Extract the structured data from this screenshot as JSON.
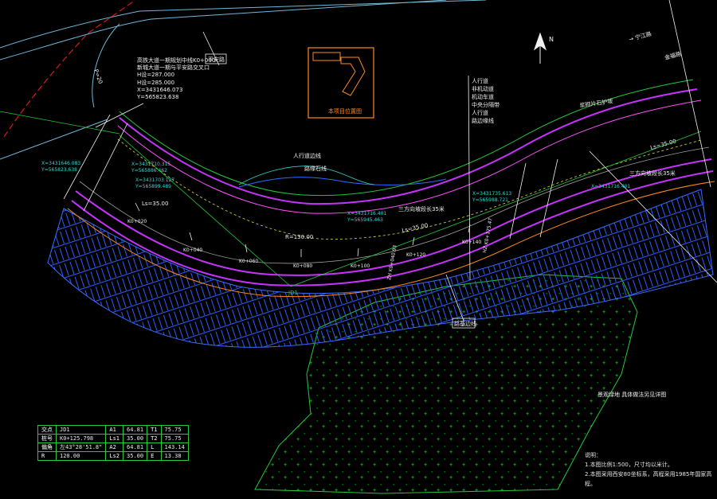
{
  "drawing": {
    "north_label": "N",
    "header_note": {
      "line1": "高铁大道一期规划中线K0+000",
      "line2": "新城大道一期与平安路交叉口",
      "line3": "H设=287.000"
    },
    "coord_note": {
      "h": "H设=285.000",
      "x": "X=3431646.073",
      "y": "Y=565823.638"
    },
    "ping_an_road": "平安路",
    "road_small": "P=20",
    "to_label_right": "→ 宁江路",
    "right_top_label": "金福路",
    "inset_caption": "本项目位置图",
    "leader_labels": [
      "人行道",
      "非机动道",
      "机动车道",
      "中央分隔带",
      "人行道",
      "路边缘线"
    ],
    "slope_protection": "浆砌片石护坡",
    "sidewalk_label": "人行道边线",
    "curb_label": "路缘石线",
    "three_way_left": "三方向坡段长35米",
    "three_way_right": "三方向坡段长35米",
    "radius_label": "R=130.00",
    "arc_lengths": [
      "Ls=35.00",
      "Ls=35.00",
      "Ls=35.00"
    ],
    "jd_label": "JD1",
    "coord_left": [
      "X=3431646.083",
      "Y=565823.638"
    ],
    "coord_mid1": [
      "X=3431710.315",
      "Y=565886.462"
    ],
    "coord_mid2": [
      "X=3431703.127",
      "Y=565899.489"
    ],
    "coord_right1": [
      "X=3431716.401",
      "Y=565945.463"
    ],
    "coord_right2": [
      "X=3431735.613",
      "Y=565988.721"
    ],
    "station_labels": [
      "K0+020",
      "K0+040",
      "K0+060",
      "K0+080",
      "K0+100",
      "K0+120",
      "K0+140"
    ],
    "pile_labels": [
      "ZH K0+040.93",
      "HZ K0+175.47"
    ],
    "retaining_label": "路基边线",
    "pond_label": "景观绿地\n具体做法另见详图"
  },
  "curve_table": [
    [
      "交点",
      "JD1",
      "A1",
      "64.81",
      "T1",
      "75.75"
    ],
    [
      "桩号",
      "K0+125.798",
      "Ls1",
      "35.00",
      "T2",
      "75.75"
    ],
    [
      "偏角",
      "左43°28'51.8\"",
      "A2",
      "64.81",
      "L",
      "143.14"
    ],
    [
      "R",
      "120.00",
      "Ls2",
      "35.00",
      "E",
      "13.38"
    ]
  ],
  "notes": {
    "title": "说明：",
    "line1": "1.本图比例1:500，尺寸均以米计。",
    "line2": "2.本图采用西安80坐标系，高程采用1985年国家高程。"
  },
  "colors": {
    "background": "#000000",
    "magenta": "#c832ff",
    "purple": "#a040ff",
    "blue": "#3a6cff",
    "green": "#22c83a",
    "cyan": "#2ad8d0",
    "red": "#d81818",
    "orange": "#ff8a1c",
    "yellow": "#e8e030",
    "white": "#f0f0f0"
  }
}
